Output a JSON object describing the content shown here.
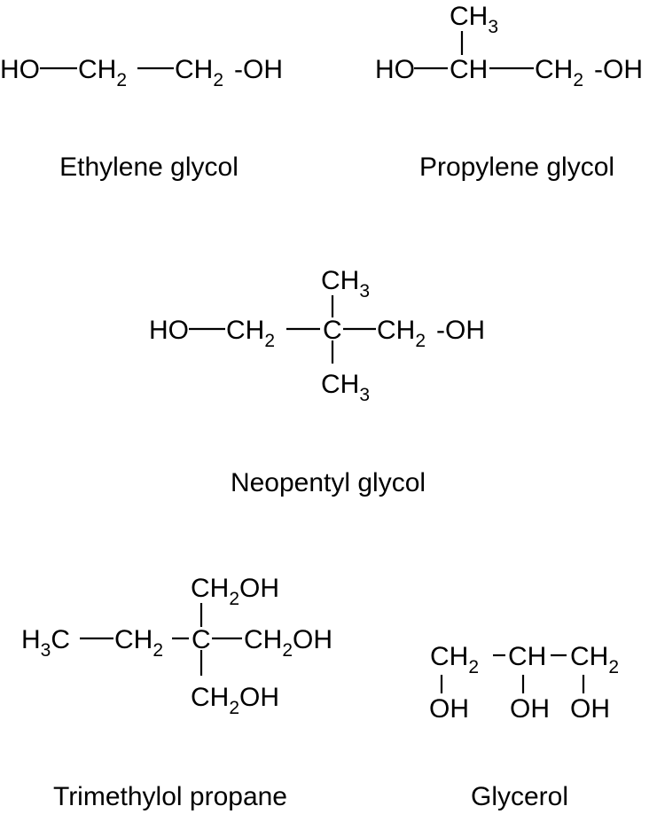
{
  "colors": {
    "ink": "#000000",
    "background": "#ffffff"
  },
  "ethylene_glycol": {
    "name": "Ethylene glycol",
    "ho": "HO",
    "ch2_a": {
      "base": "CH",
      "sub": "2"
    },
    "ch2_b": {
      "base": "CH",
      "sub": "2"
    },
    "oh": "-OH"
  },
  "propylene_glycol": {
    "name": "Propylene glycol",
    "methyl": {
      "base": "CH",
      "sub": "3"
    },
    "ho": "HO",
    "ch": "CH",
    "ch2": {
      "base": "CH",
      "sub": "2"
    },
    "oh": "-OH"
  },
  "neopentyl_glycol": {
    "name": "Neopentyl glycol",
    "methyl_top": {
      "base": "CH",
      "sub": "3"
    },
    "ho": "HO",
    "ch2_left": {
      "base": "CH",
      "sub": "2"
    },
    "c": "C",
    "ch2_right": {
      "base": "CH",
      "sub": "2"
    },
    "oh": "-OH",
    "methyl_bottom": {
      "base": "CH",
      "sub": "3"
    }
  },
  "trimethylol_propane": {
    "name": "Trimethylol propane",
    "top": {
      "base": "CH",
      "sub": "2",
      "tail": "OH"
    },
    "h3c": {
      "base": "H",
      "sub": "3",
      "tail": "C"
    },
    "ch2": {
      "base": "CH",
      "sub": "2"
    },
    "c": "C",
    "right": {
      "base": "CH",
      "sub": "2",
      "tail": "OH"
    },
    "bottom": {
      "base": "CH",
      "sub": "2",
      "tail": "OH"
    }
  },
  "glycerol": {
    "name": "Glycerol",
    "ch2_left": {
      "base": "CH",
      "sub": "2"
    },
    "ch": "CH",
    "ch2_right": {
      "base": "CH",
      "sub": "2"
    },
    "oh_1": "OH",
    "oh_2": "OH",
    "oh_3": "OH"
  }
}
